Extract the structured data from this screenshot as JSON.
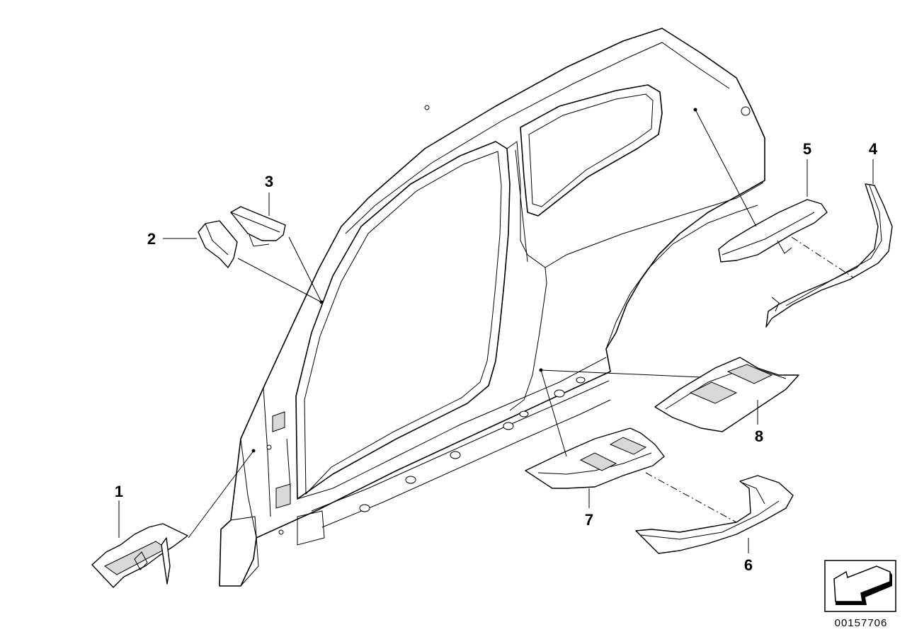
{
  "diagram": {
    "callouts": [
      {
        "id": "1",
        "label": "1"
      },
      {
        "id": "2",
        "label": "2"
      },
      {
        "id": "3",
        "label": "3"
      },
      {
        "id": "4",
        "label": "4"
      },
      {
        "id": "5",
        "label": "5"
      },
      {
        "id": "6",
        "label": "6"
      },
      {
        "id": "7",
        "label": "7"
      },
      {
        "id": "8",
        "label": "8"
      }
    ],
    "document_number": "00157706",
    "nav_icon": "arrow-direction-icon"
  }
}
